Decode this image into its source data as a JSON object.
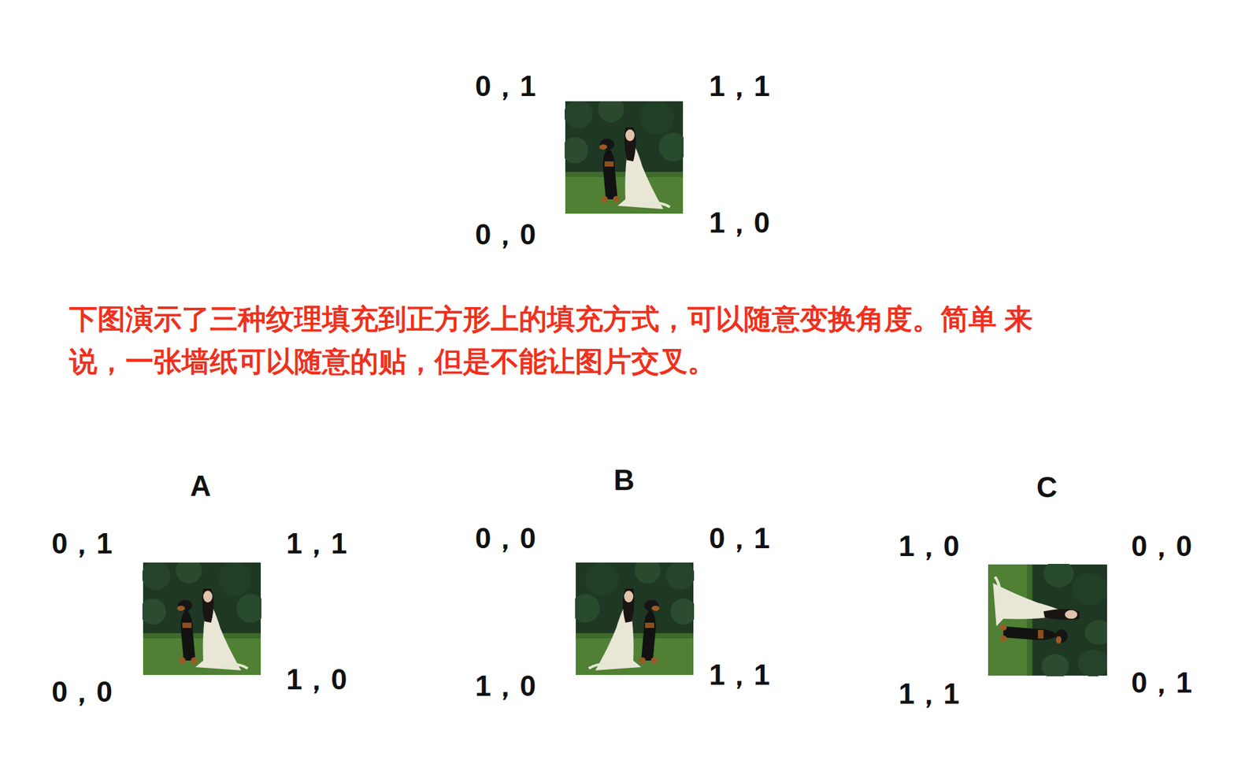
{
  "diagram": {
    "labels": [
      "0，1",
      "1，1",
      "0，0",
      "1，0",
      "下图演示了三种纹理填充到正方形上的填充方式，可以随意变换角度。简单 来说，一张墙纸可以随意的贴，但是不能让图片交叉。",
      "A",
      "0，1",
      "1，1",
      "0，0",
      "1，0",
      "B",
      "0，0",
      "0，1",
      "1，0",
      "1，1",
      "C",
      "1，0",
      "0，0",
      "1，1",
      "0，1"
    ]
  }
}
